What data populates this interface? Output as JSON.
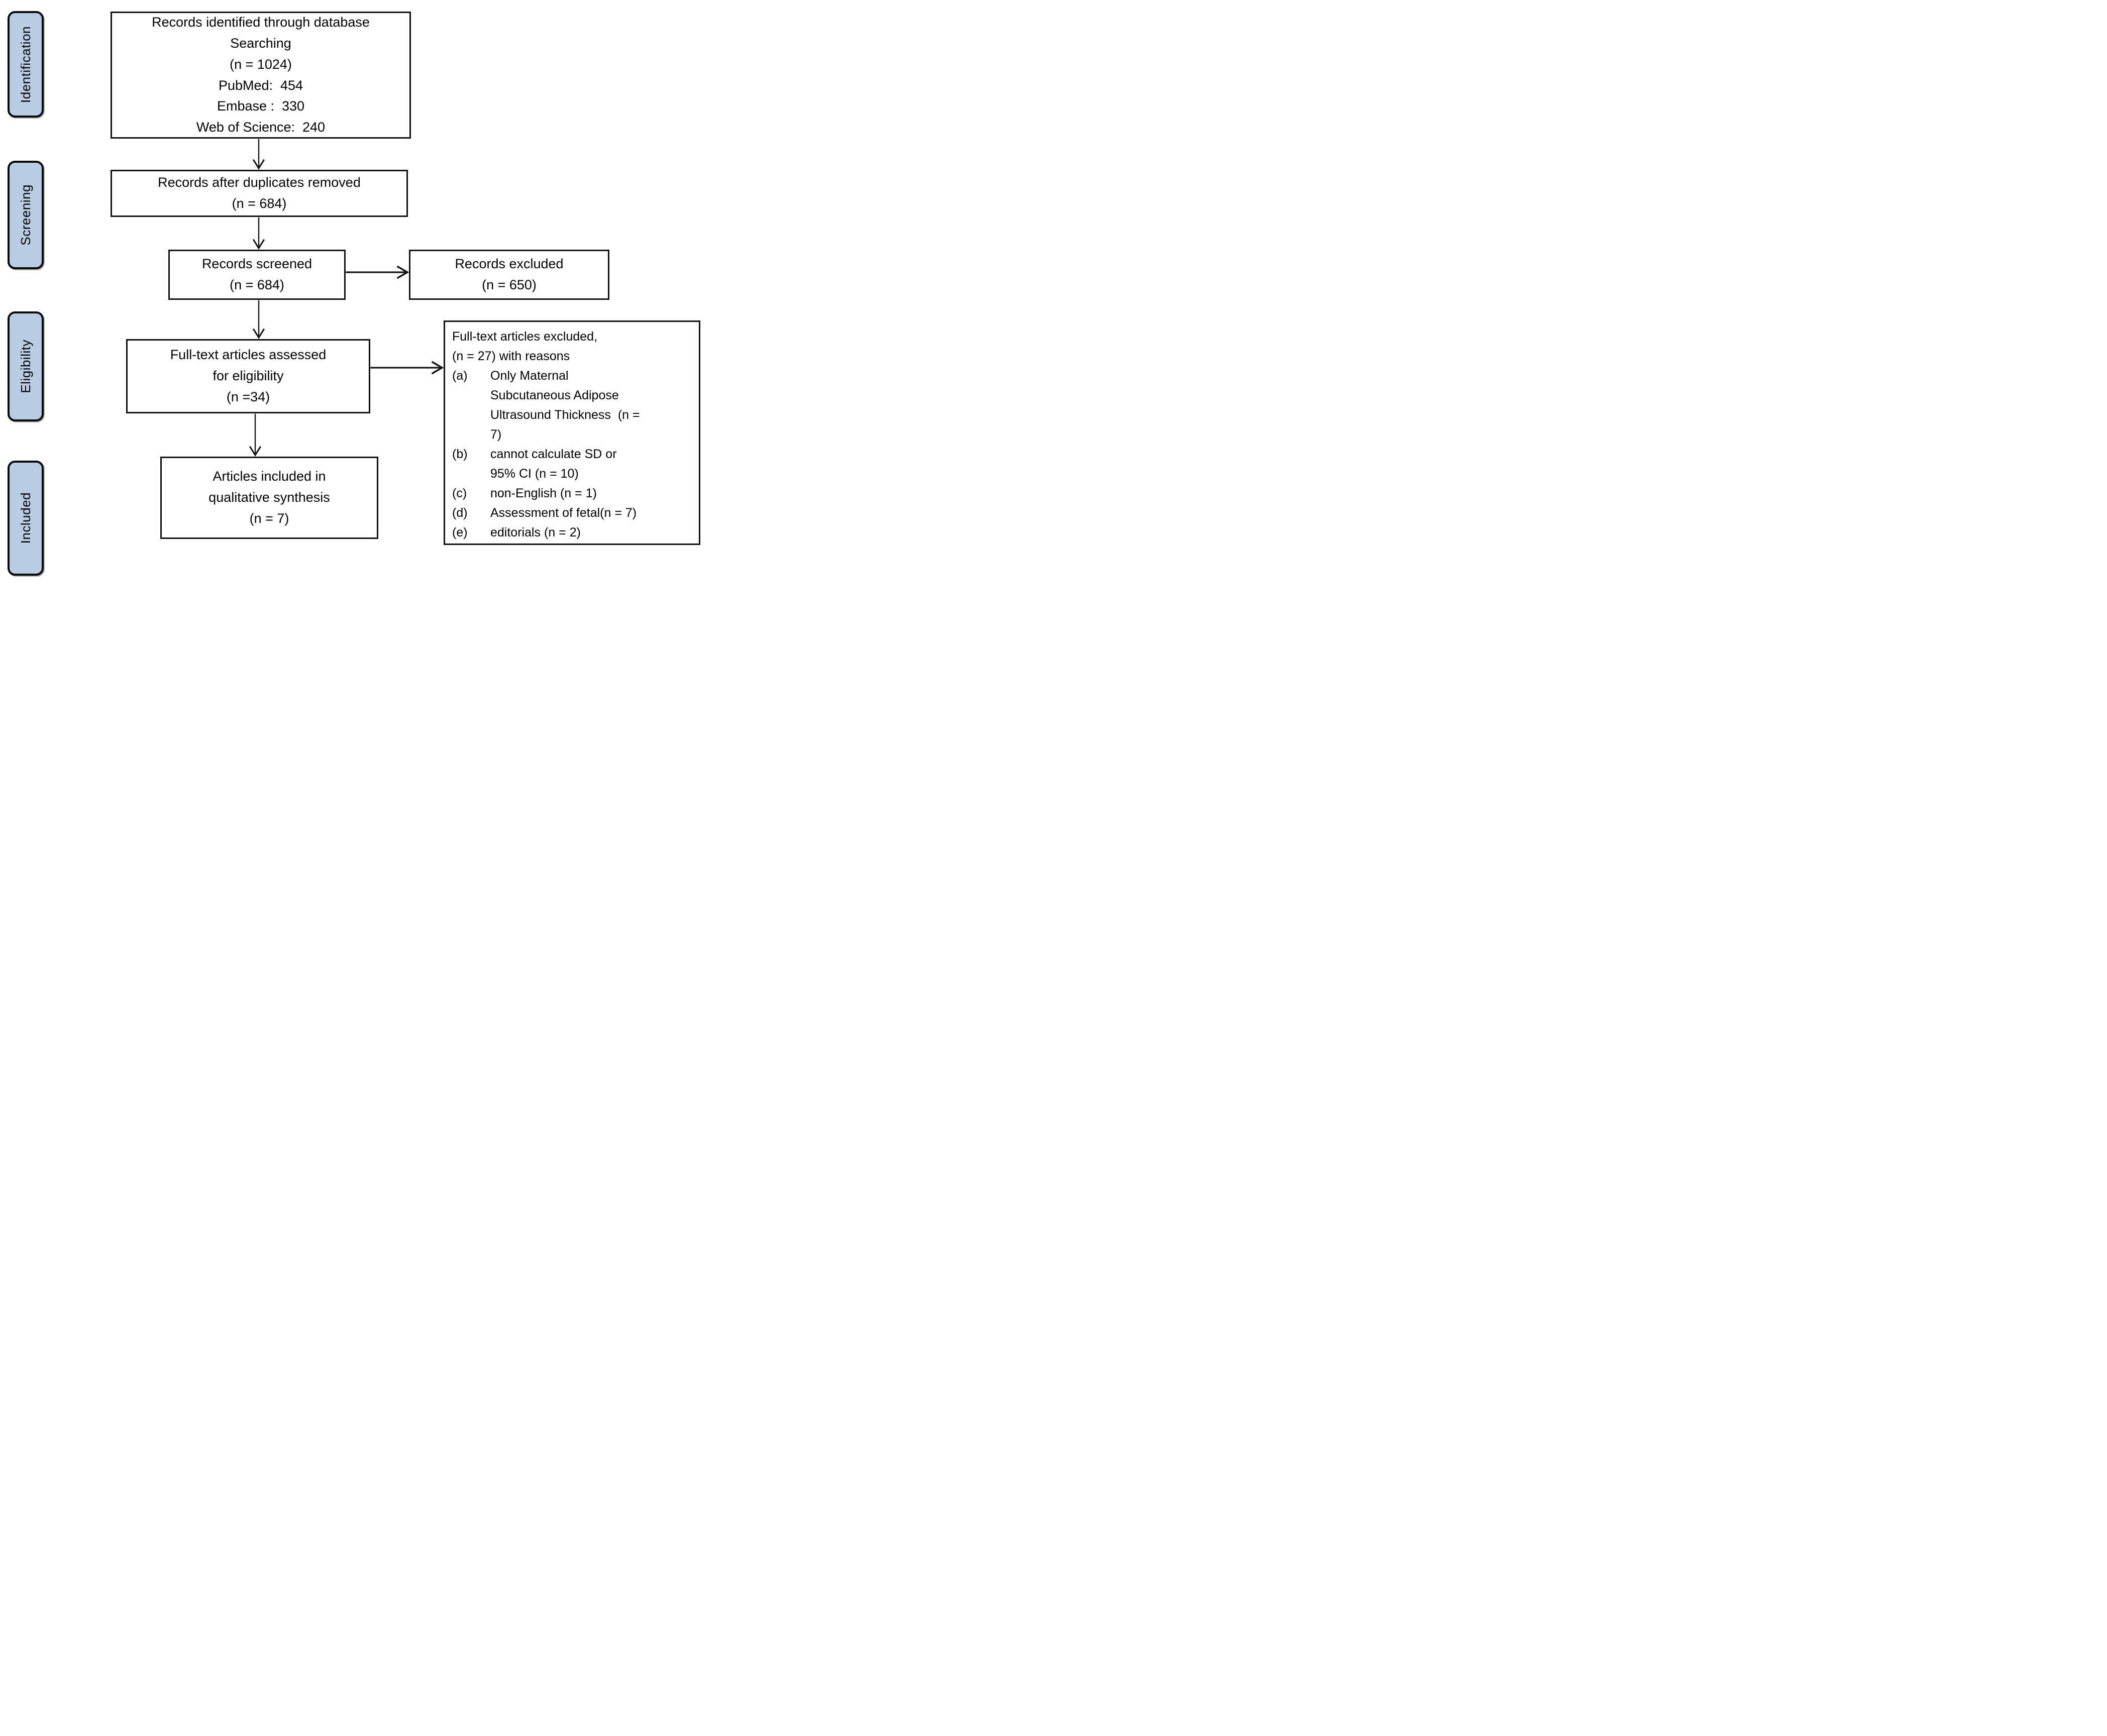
{
  "figure": {
    "kind": "PRISMA flow diagram",
    "background": "#ffffff"
  },
  "colors": {
    "stage_label_fill": "#b8cce4",
    "stage_label_border": "#0a0a0a",
    "box_border": "#111111",
    "box_fill": "#ffffff",
    "arrow": "#141414",
    "text": "#000000"
  },
  "sidebar_labels": [
    "Identification",
    "Screening",
    "Eligibility",
    "Included"
  ],
  "flow_boxes": {
    "identified": {
      "lines": [
        "Records identified through database",
        "Searching",
        "(n = 1024)",
        "PubMed:  454",
        "Embase :  330",
        "Web of Science:  240"
      ]
    },
    "after_duplicates": {
      "lines": [
        "Records after duplicates removed",
        "(n = 684)"
      ]
    },
    "screened": {
      "lines": [
        "Records screened",
        "(n = 684)"
      ]
    },
    "records_excluded": {
      "lines": [
        "Records excluded",
        "(n = 650)"
      ]
    },
    "fulltext_assessed": {
      "lines": [
        "Full-text articles assessed",
        "for eligibility",
        "(n =34)"
      ]
    },
    "qualitative_included": {
      "lines": [
        "Articles included in",
        "qualitative synthesis",
        "(n = 7)"
      ]
    }
  },
  "excluded_reasons": {
    "title_lines": [
      "Full-text articles excluded,",
      "(n = 27) with reasons"
    ],
    "items": [
      {
        "label": "(a)",
        "lines": [
          "Only Maternal",
          "Subcutaneous Adipose",
          "Ultrasound Thickness  (n =",
          "7)"
        ]
      },
      {
        "label": "(b)",
        "lines": [
          "cannot calculate SD or",
          "95% CI (n = 10)"
        ]
      },
      {
        "label": "(c)",
        "lines": [
          "non-English (n = 1)"
        ]
      },
      {
        "label": "(d)",
        "lines": [
          "Assessment of fetal(n = 7)"
        ]
      },
      {
        "label": "(e)",
        "lines": [
          "editorials (n = 2)"
        ]
      }
    ]
  }
}
